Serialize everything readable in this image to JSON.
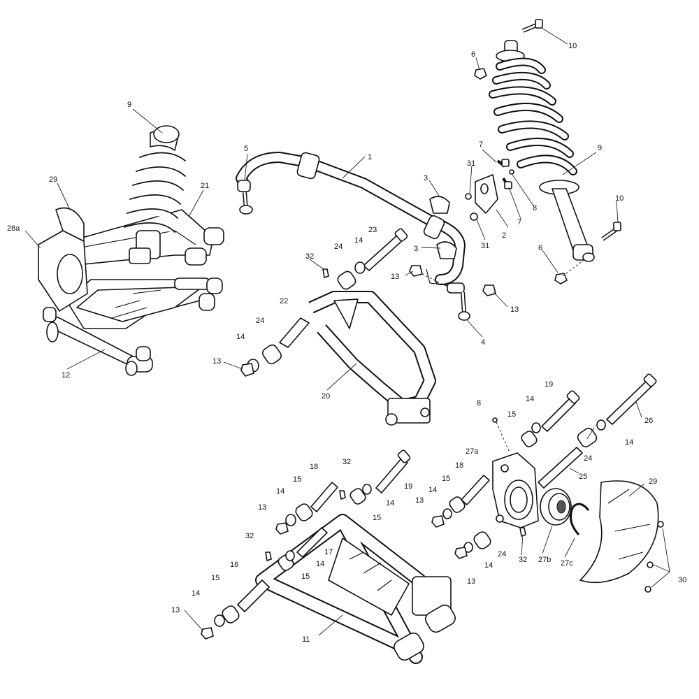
{
  "callouts": [
    {
      "key": "c1",
      "text": "1"
    },
    {
      "key": "c2",
      "text": "2"
    },
    {
      "key": "c3a",
      "text": "3"
    },
    {
      "key": "c3b",
      "text": "3"
    },
    {
      "key": "c4",
      "text": "4"
    },
    {
      "key": "c5",
      "text": "5"
    },
    {
      "key": "c6a",
      "text": "6"
    },
    {
      "key": "c6b",
      "text": "6"
    },
    {
      "key": "c7a",
      "text": "7"
    },
    {
      "key": "c7b",
      "text": "7"
    },
    {
      "key": "c8a",
      "text": "8"
    },
    {
      "key": "c8b",
      "text": "8"
    },
    {
      "key": "c9a",
      "text": "9"
    },
    {
      "key": "c9b",
      "text": "9"
    },
    {
      "key": "c10a",
      "text": "10"
    },
    {
      "key": "c10b",
      "text": "10"
    },
    {
      "key": "c11",
      "text": "11"
    },
    {
      "key": "c12",
      "text": "12"
    },
    {
      "key": "c13a",
      "text": "13"
    },
    {
      "key": "c13b",
      "text": "13"
    },
    {
      "key": "c13c",
      "text": "13"
    },
    {
      "key": "c13d",
      "text": "13"
    },
    {
      "key": "c13e",
      "text": "13"
    },
    {
      "key": "c13f",
      "text": "13"
    },
    {
      "key": "c13g",
      "text": "13"
    },
    {
      "key": "c13h",
      "text": "13"
    },
    {
      "key": "c14a",
      "text": "14"
    },
    {
      "key": "c14b",
      "text": "14"
    },
    {
      "key": "c14c",
      "text": "14"
    },
    {
      "key": "c14d",
      "text": "14"
    },
    {
      "key": "c14e",
      "text": "14"
    },
    {
      "key": "c14f",
      "text": "14"
    },
    {
      "key": "c14g",
      "text": "14"
    },
    {
      "key": "c14h",
      "text": "14"
    },
    {
      "key": "c14i",
      "text": "14"
    },
    {
      "key": "c14j",
      "text": "14"
    },
    {
      "key": "c14k",
      "text": "14"
    },
    {
      "key": "c15a",
      "text": "15"
    },
    {
      "key": "c15b",
      "text": "15"
    },
    {
      "key": "c15c",
      "text": "15"
    },
    {
      "key": "c15d",
      "text": "15"
    },
    {
      "key": "c15e",
      "text": "15"
    },
    {
      "key": "c15f",
      "text": "15"
    },
    {
      "key": "c16",
      "text": "16"
    },
    {
      "key": "c17",
      "text": "17"
    },
    {
      "key": "c18a",
      "text": "18"
    },
    {
      "key": "c18b",
      "text": "18"
    },
    {
      "key": "c19a",
      "text": "19"
    },
    {
      "key": "c19b",
      "text": "19"
    },
    {
      "key": "c20",
      "text": "20"
    },
    {
      "key": "c21",
      "text": "21"
    },
    {
      "key": "c22",
      "text": "22"
    },
    {
      "key": "c23",
      "text": "23"
    },
    {
      "key": "c24a",
      "text": "24"
    },
    {
      "key": "c24b",
      "text": "24"
    },
    {
      "key": "c24c",
      "text": "24"
    },
    {
      "key": "c24d",
      "text": "24"
    },
    {
      "key": "c25",
      "text": "25"
    },
    {
      "key": "c26",
      "text": "26"
    },
    {
      "key": "c27a",
      "text": "27a"
    },
    {
      "key": "c27b",
      "text": "27b"
    },
    {
      "key": "c27c",
      "text": "27c"
    },
    {
      "key": "c28a",
      "text": "28a"
    },
    {
      "key": "c29a",
      "text": "29"
    },
    {
      "key": "c29b",
      "text": "29"
    },
    {
      "key": "c30",
      "text": "30"
    },
    {
      "key": "c31a",
      "text": "31"
    },
    {
      "key": "c31b",
      "text": "31"
    },
    {
      "key": "c32a",
      "text": "32"
    },
    {
      "key": "c32b",
      "text": "32"
    },
    {
      "key": "c32c",
      "text": "32"
    },
    {
      "key": "c32d",
      "text": "32"
    }
  ],
  "colors": {
    "line": "#111111",
    "background": "#ffffff",
    "shade": "#d9d9d9"
  }
}
